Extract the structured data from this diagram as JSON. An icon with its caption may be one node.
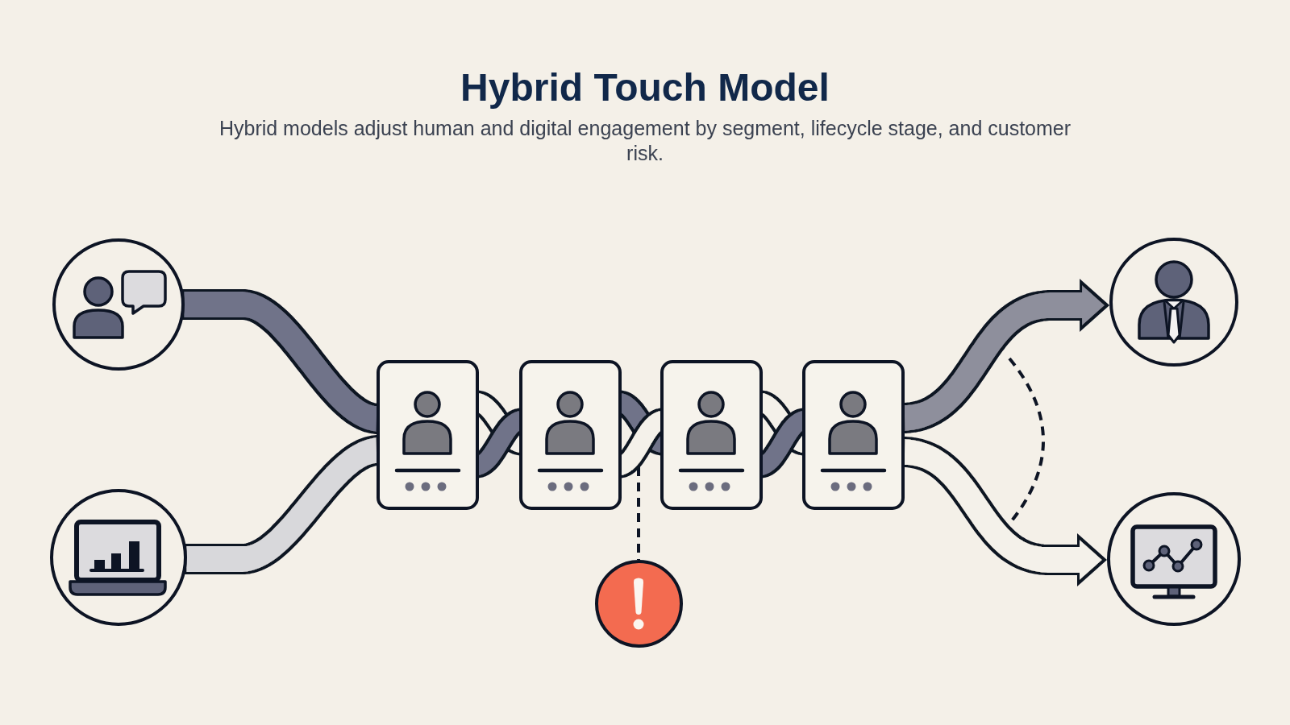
{
  "diagram": {
    "title": "Hybrid Touch Model",
    "caption": "Hybrid models adjust human and digital engagement by segment, lifecycle stage, and customer risk.",
    "nodes": [
      {
        "text": [],
        "shape": "circle"
      },
      {
        "text": [],
        "shape": "circle"
      },
      {
        "text": [],
        "shape": "box"
      },
      {
        "text": [],
        "shape": "box"
      },
      {
        "text": [],
        "shape": "box"
      },
      {
        "text": [],
        "shape": "box"
      },
      {
        "text": [],
        "shape": "circle"
      },
      {
        "text": [],
        "shape": "circle"
      },
      {
        "text": [],
        "shape": "circle"
      }
    ],
    "edges": [
      {
        "from": 0,
        "to": 2,
        "arrow": "none",
        "color": "#6f7389"
      },
      {
        "from": 1,
        "to": 2,
        "arrow": "none",
        "color": "#d8d8db"
      },
      {
        "from": 2,
        "to": 3,
        "arrow": "none"
      },
      {
        "from": 2,
        "to": 3,
        "arrow": "none",
        "color": "#6f7389"
      },
      {
        "from": 3,
        "to": 4,
        "arrow": "none",
        "color": "#6f7389"
      },
      {
        "from": 3,
        "to": 4,
        "arrow": "none"
      },
      {
        "from": 4,
        "to": 5,
        "arrow": "none"
      },
      {
        "from": 4,
        "to": 5,
        "arrow": "none",
        "color": "#6f7389"
      },
      {
        "from": 5,
        "to": 7,
        "arrow": "to",
        "color": "#8e8f9c"
      },
      {
        "from": 5,
        "to": 8,
        "arrow": "to"
      },
      {
        "from": null,
        "to": 6,
        "arrow": "none",
        "style": "dashed"
      }
    ]
  }
}
